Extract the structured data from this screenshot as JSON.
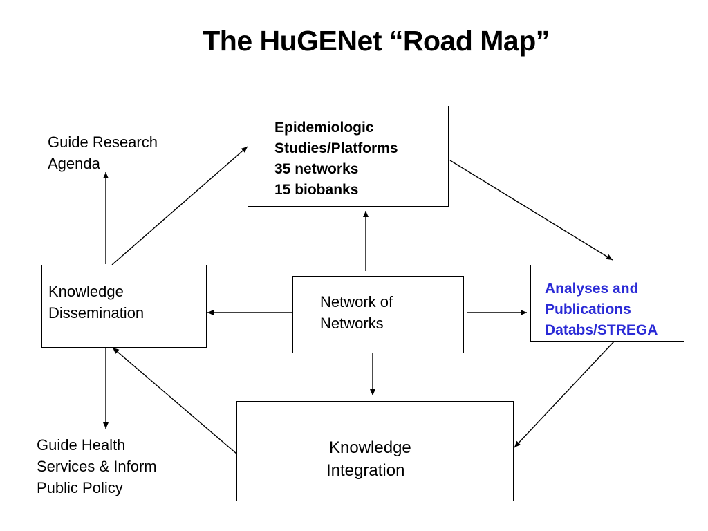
{
  "title": "The HuGENet “Road Map”",
  "colors": {
    "text": "#000000",
    "accent_blue": "#2a2ad6",
    "background": "#ffffff"
  },
  "nodes": {
    "epidemiologic": {
      "lines": [
        "Epidemiologic",
        "Studies/Platforms",
        "35 networks",
        "15 biobanks"
      ]
    },
    "network_of_networks": {
      "lines": [
        "Network of",
        "Networks"
      ]
    },
    "knowledge_dissemination": {
      "lines": [
        "Knowledge",
        "Dissemination"
      ]
    },
    "analyses_publications": {
      "lines": [
        "Analyses and",
        "Publications",
        "Databs/STREGA"
      ]
    },
    "knowledge_integration": {
      "lines": [
        "Knowledge",
        "Integration"
      ]
    }
  },
  "labels": {
    "guide_research": {
      "lines": [
        "Guide Research",
        "Agenda"
      ]
    },
    "guide_health": {
      "lines": [
        "Guide Health",
        "Services & Inform",
        "Public Policy"
      ]
    }
  },
  "edges": [
    {
      "from": "network_of_networks",
      "to": "epidemiologic"
    },
    {
      "from": "network_of_networks",
      "to": "knowledge_dissemination"
    },
    {
      "from": "network_of_networks",
      "to": "analyses_publications"
    },
    {
      "from": "network_of_networks",
      "to": "knowledge_integration"
    },
    {
      "from": "knowledge_dissemination",
      "to": "epidemiologic"
    },
    {
      "from": "epidemiologic",
      "to": "analyses_publications"
    },
    {
      "from": "analyses_publications",
      "to": "knowledge_integration"
    },
    {
      "from": "knowledge_integration",
      "to": "knowledge_dissemination"
    },
    {
      "from": "knowledge_dissemination",
      "to": "guide_research"
    },
    {
      "from": "knowledge_dissemination",
      "to": "guide_health"
    }
  ]
}
